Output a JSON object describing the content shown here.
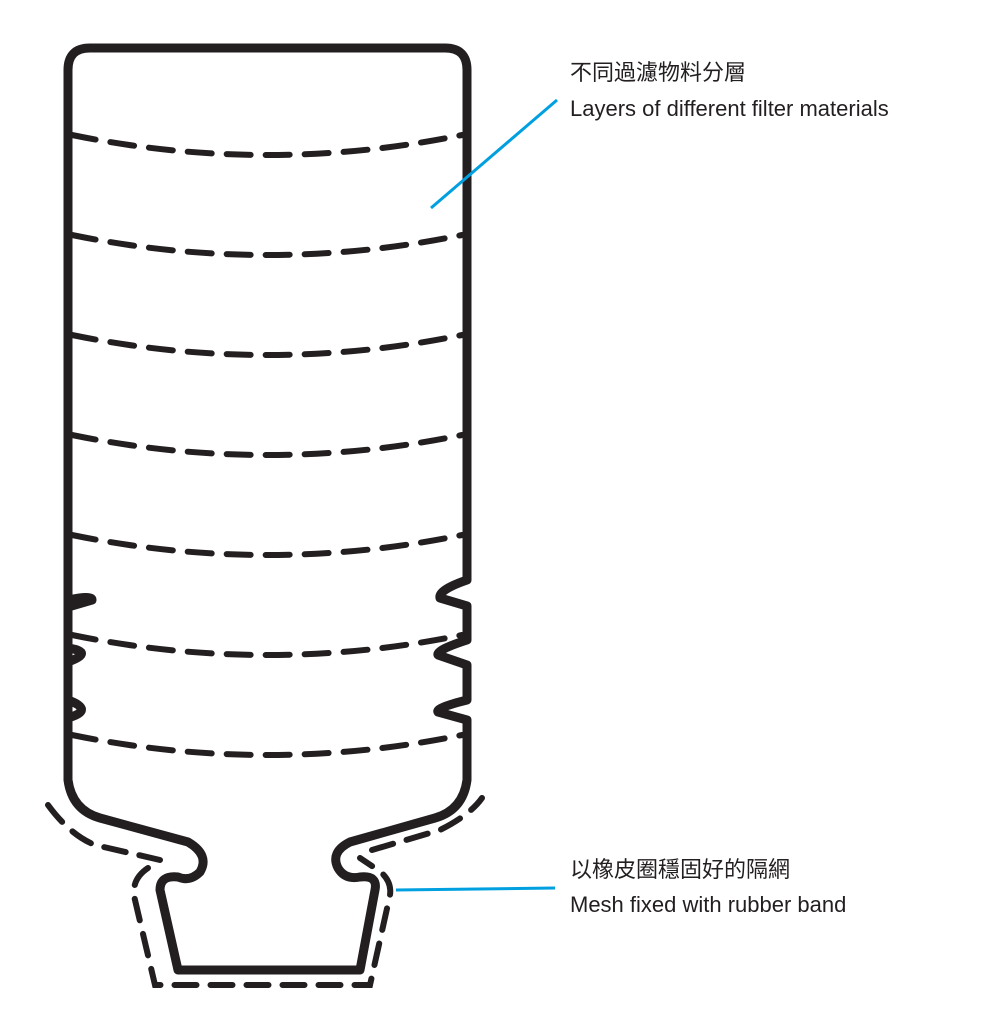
{
  "labels": {
    "layers": {
      "zh": "不同過濾物料分層",
      "en": "Layers of different filter materials"
    },
    "mesh": {
      "zh": "以橡皮圈穩固好的隔網",
      "en": "Mesh fixed with rubber band"
    }
  },
  "colors": {
    "outline": "#231f20",
    "leader": "#00a0e0"
  }
}
